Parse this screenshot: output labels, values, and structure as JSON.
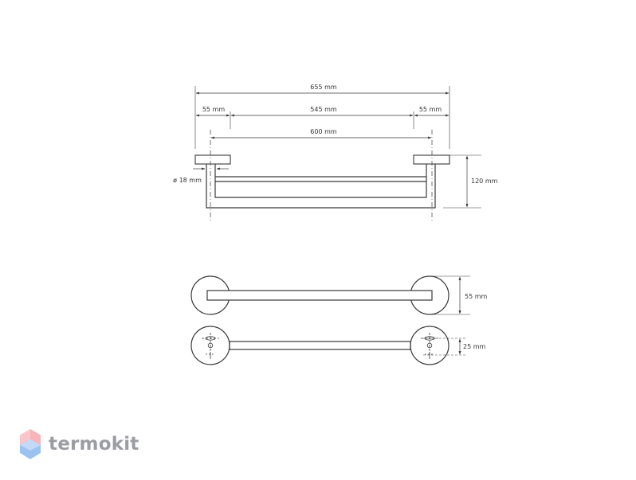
{
  "dimensions": {
    "overall_width": "655 mm",
    "left_rosette": "55 mm",
    "bar_length": "545 mm",
    "right_rosette": "55 mm",
    "mount_spacing": "600 mm",
    "tube_diameter": "ø 18 mm",
    "depth": "120 mm",
    "rosette_height": "55 mm",
    "hole_spacing": "25 mm"
  },
  "brand": {
    "name": "termokit"
  },
  "colors": {
    "line": "#3a3a3a",
    "logo_gray": "#9a9da2",
    "logo_pink": "#f7b4b9",
    "logo_blue": "#9cc3f0"
  }
}
